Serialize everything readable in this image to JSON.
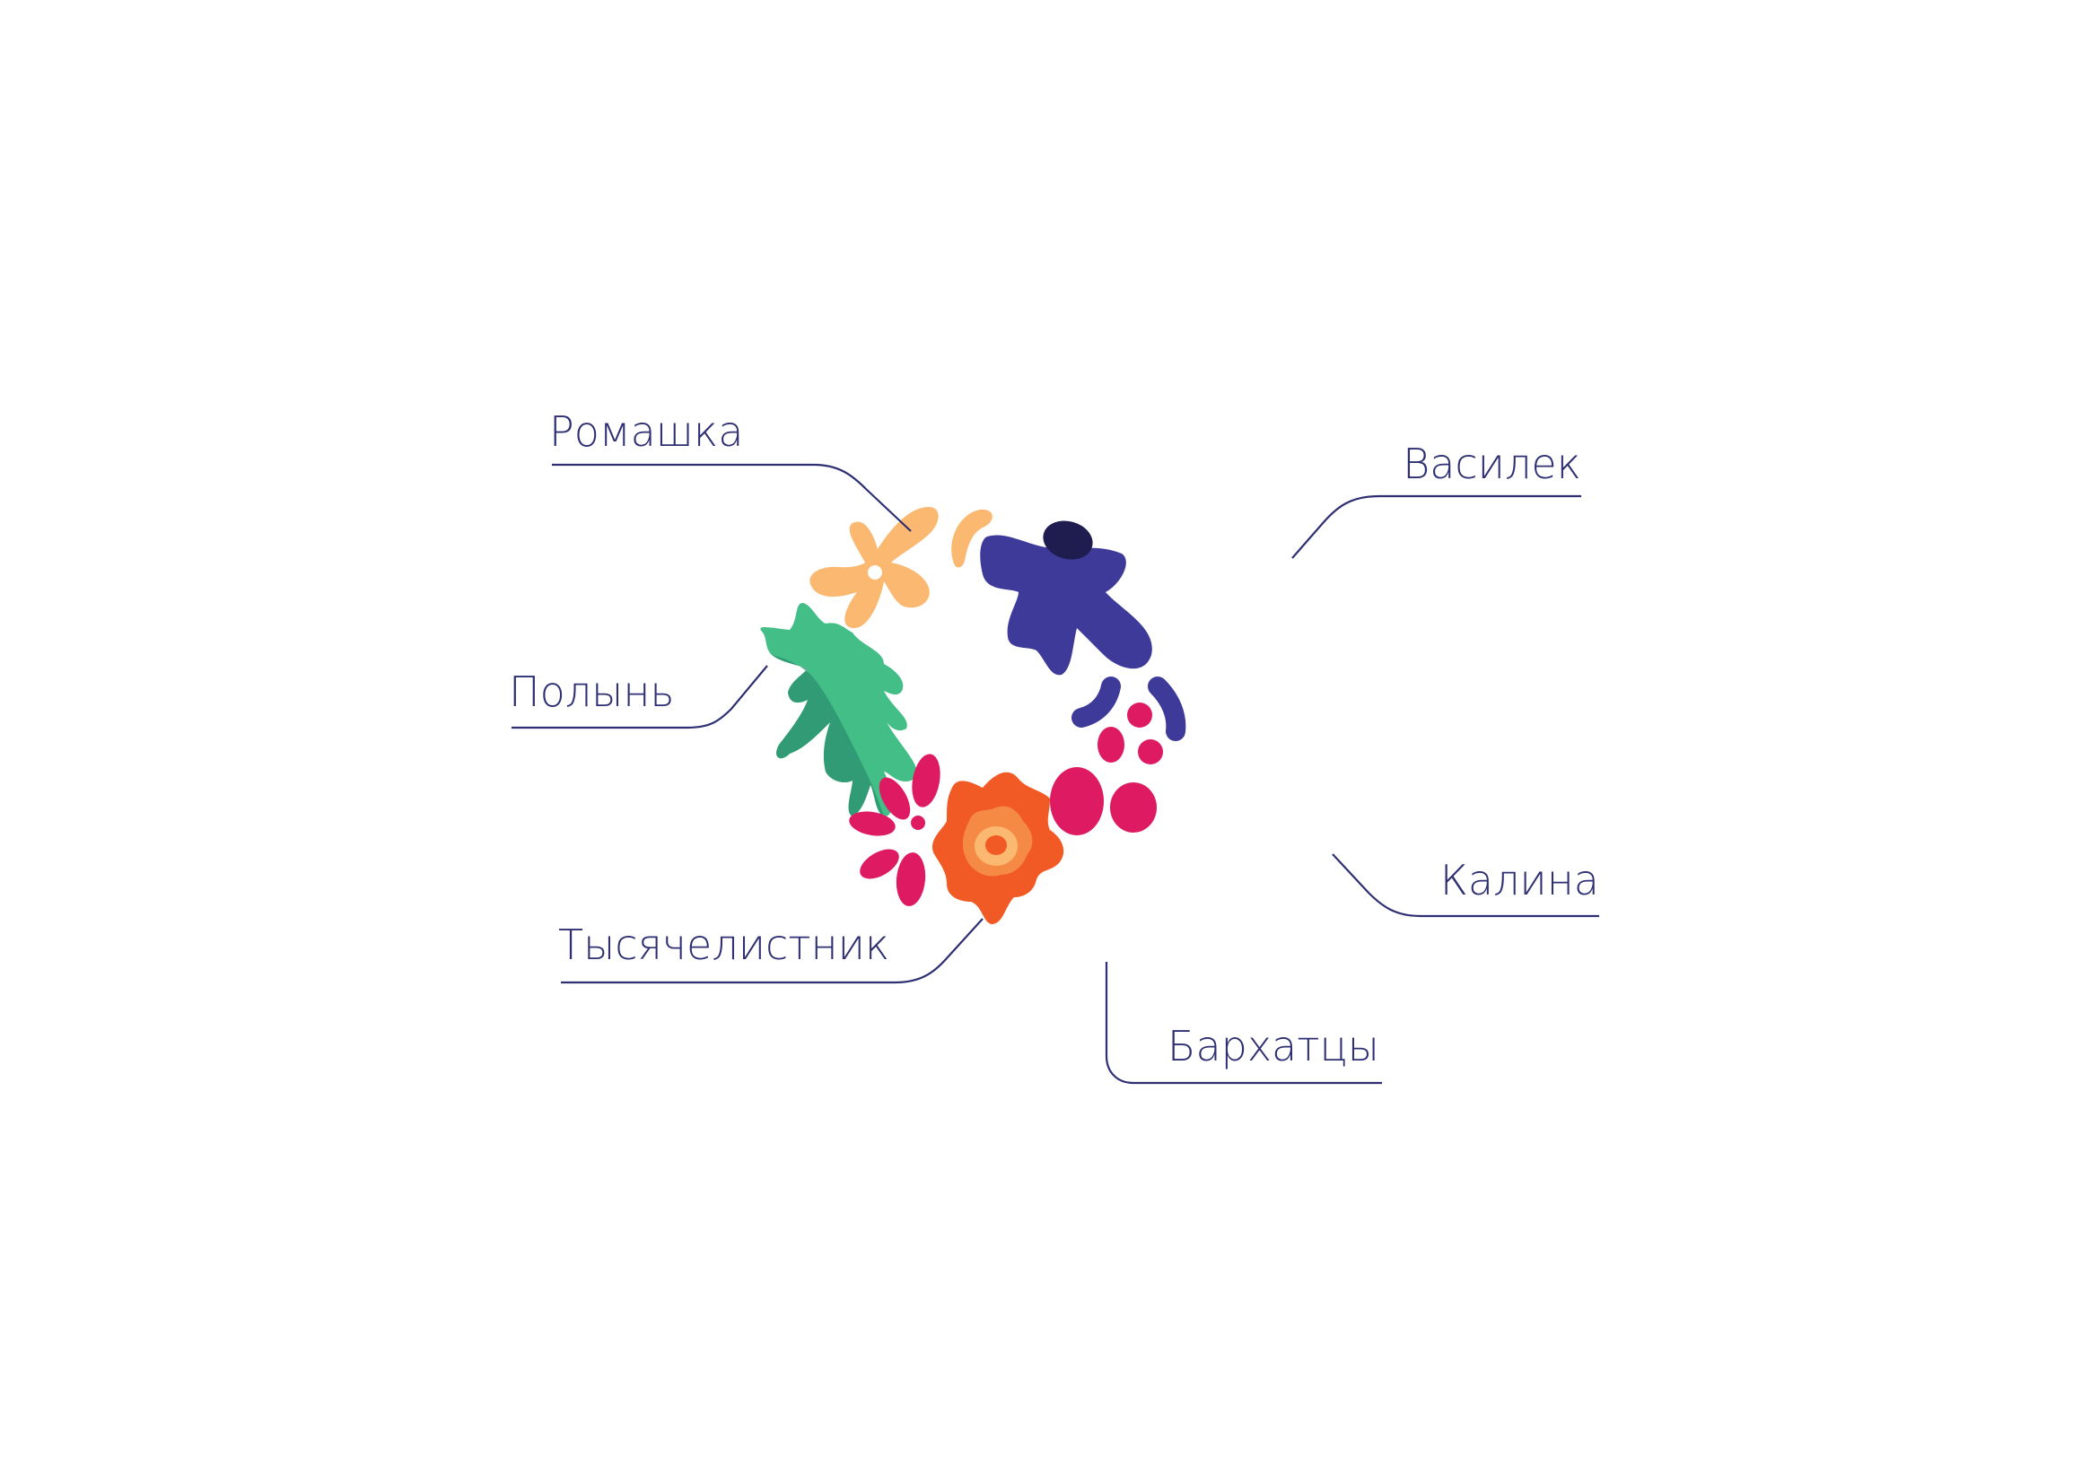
{
  "labels": {
    "chamomile": "Ромашка",
    "cornflower": "Василек",
    "wormwood": "Полынь",
    "viburnum": "Калина",
    "yarrow": "Тысячелистник",
    "marigold": "Бархатцы"
  },
  "colors": {
    "chamomile": "#fbb870",
    "cornflower": "#3d3a9a",
    "cornflower_dark": "#1f1d4f",
    "wormwood": "#43be86",
    "wormwood_dark": "#2a8f6d",
    "berry": "#de1a62",
    "marigold": "#f15a24",
    "marigold_mid": "#f58a45",
    "marigold_inner": "#fbb870",
    "text": "#2d2f72"
  }
}
